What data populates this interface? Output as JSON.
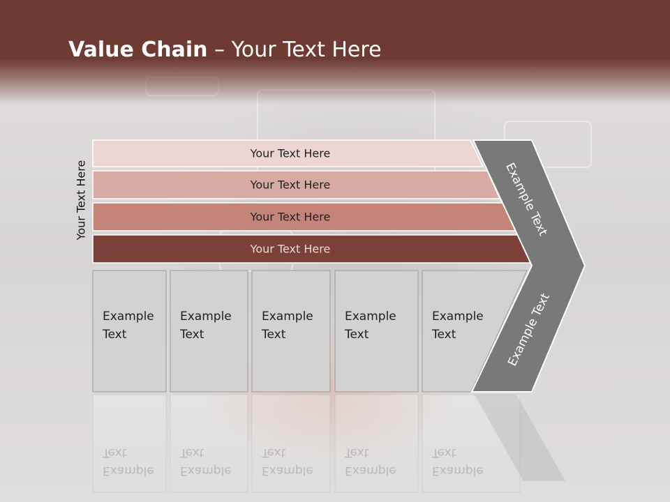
{
  "header": {
    "title_bold": "Value Chain",
    "title_rest": " – Your Text Here",
    "color": "#6e3a32"
  },
  "side_label": "Your Text Here",
  "bars": [
    {
      "label": "Your Text Here",
      "fill": "#ecd6d3",
      "text_color": "#1f1f1f"
    },
    {
      "label": "Your Text Here",
      "fill": "#d7aba4",
      "text_color": "#1f1f1f"
    },
    {
      "label": "Your Text Here",
      "fill": "#c48478",
      "text_color": "#1f1f1f"
    },
    {
      "label": "Your Text Here",
      "fill": "#7b4038",
      "text_color": "#e8dcd8"
    }
  ],
  "boxes": [
    {
      "line1": "Example",
      "line2": "Text"
    },
    {
      "line1": "Example",
      "line2": "Text"
    },
    {
      "line1": "Example",
      "line2": "Text"
    },
    {
      "line1": "Example",
      "line2": "Text"
    },
    {
      "line1": "Example",
      "line2": "Text"
    }
  ],
  "arrow": {
    "upper_label": "Example Text",
    "lower_label": "Example Text",
    "fill": "#797979"
  },
  "box_fill": "#d2d2d2"
}
